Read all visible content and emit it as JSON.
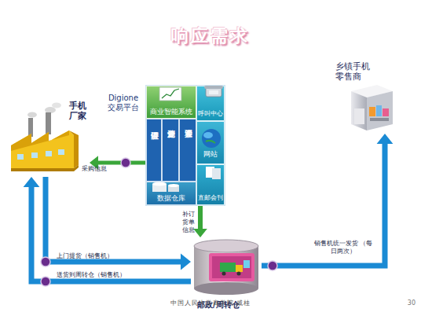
{
  "diagram": {
    "title": "响应需求",
    "nodes": [
      {
        "text": [
          "手机 厂家"
        ]
      },
      {
        "text": [
          "Digione 交易平台"
        ]
      },
      {
        "text": [
          "商业智能系统"
        ],
        "in": 1
      },
      {
        "text": [
          "呼叫中心"
        ],
        "in": 1
      },
      {
        "text": [
          "供应链管理"
        ],
        "in": 1
      },
      {
        "text": [
          "企业资源计划"
        ],
        "in": 1
      },
      {
        "text": [
          "客户关系管理"
        ],
        "in": 1
      },
      {
        "text": [
          "网站"
        ],
        "in": 1
      },
      {
        "text": [
          "数据仓库"
        ],
        "in": 1
      },
      {
        "text": [
          "直邮会刊"
        ],
        "in": 1
      },
      {
        "text": [
          "乡镇手机 零售商"
        ]
      },
      {
        "text": [
          "邮政/周转仓"
        ]
      }
    ],
    "edges": [
      {
        "from": 1,
        "to": 0,
        "label": "采购信息",
        "arrow": "to"
      },
      {
        "from": 1,
        "to": 11,
        "label": "补订 货单 信息",
        "arrow": "to"
      },
      {
        "from": 0,
        "to": 11,
        "label": "上门提货（销售机）",
        "arrow": "to"
      },
      {
        "from": 11,
        "to": 0,
        "label": "送货到周转仓（销售机）",
        "arrow": "to"
      },
      {
        "from": 11,
        "to": 10,
        "label": "销售机统一发货 （每日两次）",
        "arrow": "to"
      }
    ],
    "labels": [
      "中国人民大学商学院 戚桂",
      "30"
    ]
  }
}
